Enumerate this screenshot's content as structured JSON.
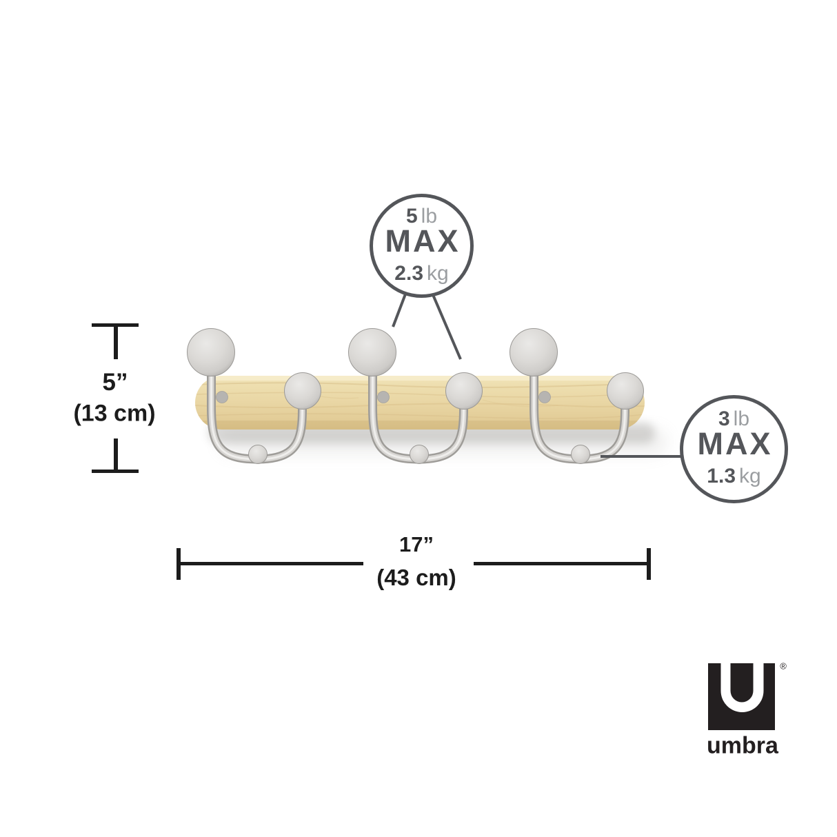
{
  "diagram": {
    "background_color": "#ffffff",
    "product": {
      "name": "wall-mounted wood hook rail with 3 double hooks",
      "hook_count": 3,
      "wood_color": "#e9d6a4",
      "wood_grain_color": "#d9bf8a",
      "metal_color": "#d8d6d3",
      "metal_rim_color": "#a19f9c"
    },
    "badges": {
      "ring_color": "#54565a",
      "value_color": "#54565a",
      "unit_color": "#9b9ea1",
      "hook_max": {
        "pounds": "5",
        "pounds_unit": "lb",
        "label": "MAX",
        "kilograms": "2.3",
        "kilograms_unit": "kg"
      },
      "tip_max": {
        "pounds": "3",
        "pounds_unit": "lb",
        "label": "MAX",
        "kilograms": "1.3",
        "kilograms_unit": "kg"
      }
    },
    "dimensions": {
      "line_color": "#1c1c1c",
      "height": {
        "imperial": "5”",
        "metric": "(13 cm)"
      },
      "width": {
        "imperial": "17”",
        "metric": "(43 cm)"
      }
    },
    "brand": {
      "wordmark": "umbra",
      "registered_symbol": "®",
      "logo_color": "#231f20"
    }
  }
}
